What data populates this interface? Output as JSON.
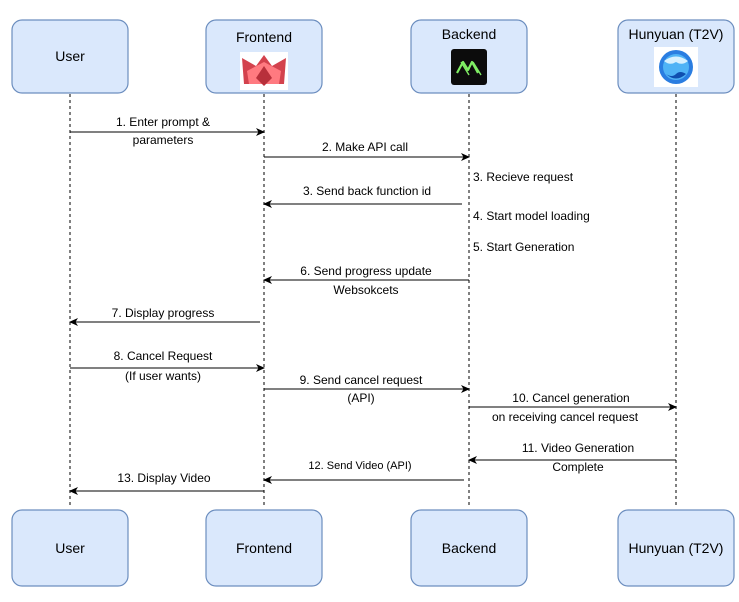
{
  "actors": [
    {
      "id": "user",
      "label": "User"
    },
    {
      "id": "frontend",
      "label": "Frontend"
    },
    {
      "id": "backend",
      "label": "Backend"
    },
    {
      "id": "hunyuan",
      "label": "Hunyuan (T2V)"
    }
  ],
  "messages": [
    {
      "from": "user",
      "to": "frontend",
      "lines": [
        "1. Enter prompt &",
        "parameters"
      ]
    },
    {
      "from": "frontend",
      "to": "backend",
      "lines": [
        "2. Make API call"
      ]
    },
    {
      "from": "backend",
      "to": "backend",
      "lines": [
        "3. Recieve request"
      ]
    },
    {
      "from": "backend",
      "to": "frontend",
      "lines": [
        "3. Send back function id"
      ]
    },
    {
      "from": "backend",
      "to": "backend",
      "lines": [
        "4. Start model loading"
      ]
    },
    {
      "from": "backend",
      "to": "backend",
      "lines": [
        "5. Start Generation"
      ]
    },
    {
      "from": "backend",
      "to": "frontend",
      "lines": [
        "6. Send progress update",
        "Websokcets"
      ]
    },
    {
      "from": "frontend",
      "to": "user",
      "lines": [
        "7. Display progress"
      ]
    },
    {
      "from": "user",
      "to": "frontend",
      "lines": [
        "8. Cancel Request",
        "(If user wants)"
      ]
    },
    {
      "from": "frontend",
      "to": "backend",
      "lines": [
        "9. Send cancel request",
        "(API)"
      ]
    },
    {
      "from": "backend",
      "to": "hunyuan",
      "lines": [
        "10. Cancel generation",
        "on receiving cancel request"
      ]
    },
    {
      "from": "hunyuan",
      "to": "backend",
      "lines": [
        "11. Video Generation",
        "Complete"
      ]
    },
    {
      "from": "backend",
      "to": "frontend",
      "lines": [
        "12. Send Video (API)"
      ]
    },
    {
      "from": "frontend",
      "to": "user",
      "lines": [
        "13. Display Video"
      ]
    }
  ],
  "icons": {
    "frontend": "streamlit-logo",
    "backend": "modal-logo",
    "hunyuan": "hunyuan-logo"
  },
  "colors": {
    "actor_fill": "#dae8fc",
    "actor_stroke": "#6c8ebf"
  }
}
